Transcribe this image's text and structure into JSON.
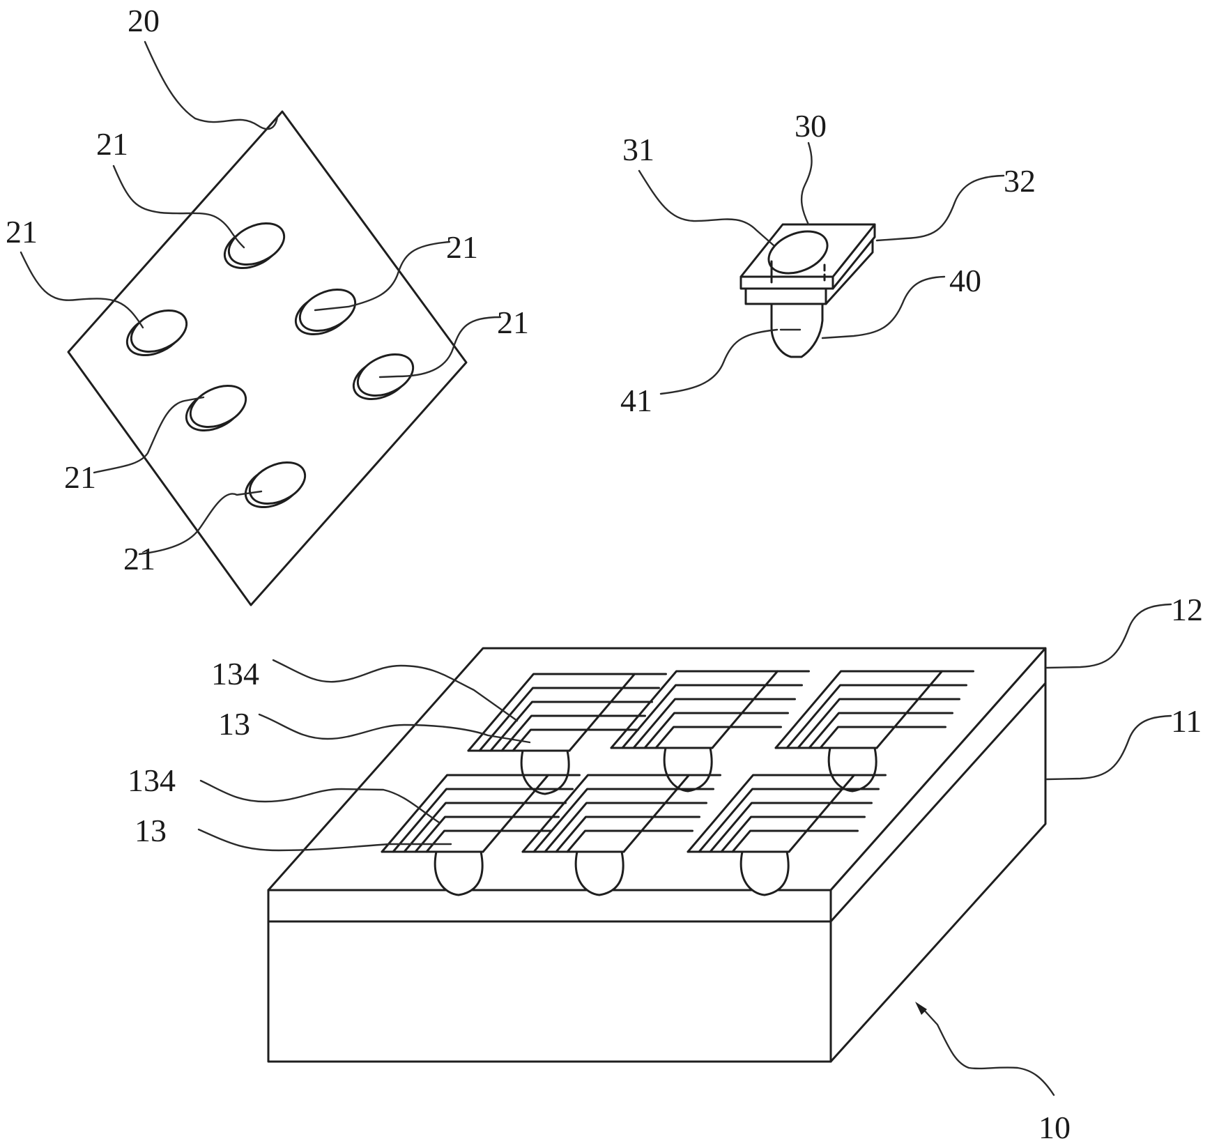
{
  "figure": {
    "description": "Exploded perspective view: substrate 10 with layers 11 and 12, six pad structures 13 with coil traces 134, a transfer plate 20 with six bumps 21, and a component 30 with bump 31, layer 32 and pin 40 with tip 41",
    "colors": {
      "line": "#1e1e1e",
      "background": "#ffffff"
    }
  },
  "labels": {
    "plate": "20",
    "plate_bumps": [
      "21",
      "21",
      "21",
      "21",
      "21",
      "21"
    ],
    "component": "30",
    "component_bump": "31",
    "component_layer": "32",
    "pin": "40",
    "pin_tip": "41",
    "substrate": "10",
    "substrate_lower_layer": "11",
    "substrate_upper_layer": "12",
    "coil_row1": "134",
    "pad_row1": "13",
    "coil_row2": "134",
    "pad_row2": "13"
  }
}
